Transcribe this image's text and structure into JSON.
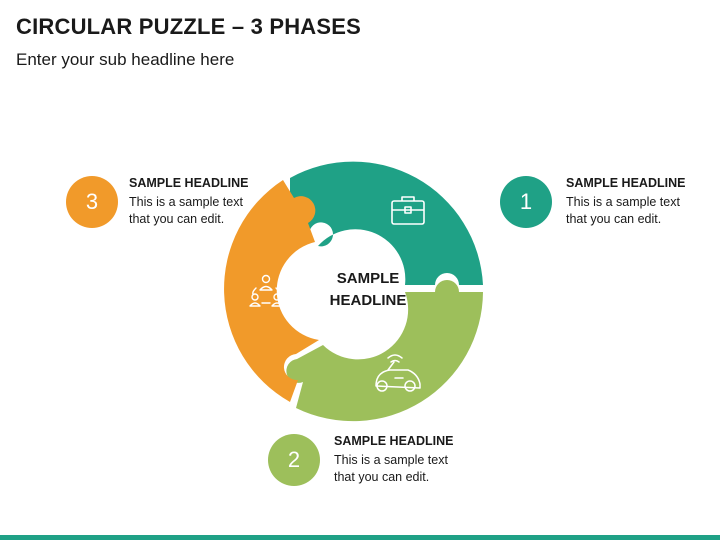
{
  "slide": {
    "title": "CIRCULAR PUZZLE – 3 PHASES",
    "subtitle": "Enter your sub headline here",
    "center_label": [
      "SAMPLE",
      "HEADLINE"
    ]
  },
  "colors": {
    "teal": "#1fa186",
    "green": "#9dbf5b",
    "orange": "#f19a2a",
    "footer": "#1fa186"
  },
  "phases": [
    {
      "number": "1",
      "headline": "SAMPLE HEADLINE",
      "text_line1": "This is a sample text",
      "text_line2": "that you can edit.",
      "color": "#1fa186",
      "icon": "briefcase-icon"
    },
    {
      "number": "2",
      "headline": "SAMPLE HEADLINE",
      "text_line1": "This is a sample text",
      "text_line2": "that you can edit.",
      "color": "#9dbf5b",
      "icon": "autonomous-car-icon"
    },
    {
      "number": "3",
      "headline": "SAMPLE HEADLINE",
      "text_line1": "This is a sample text",
      "text_line2": "that you can edit.",
      "color": "#f19a2a",
      "icon": "team-cycle-icon"
    }
  ]
}
